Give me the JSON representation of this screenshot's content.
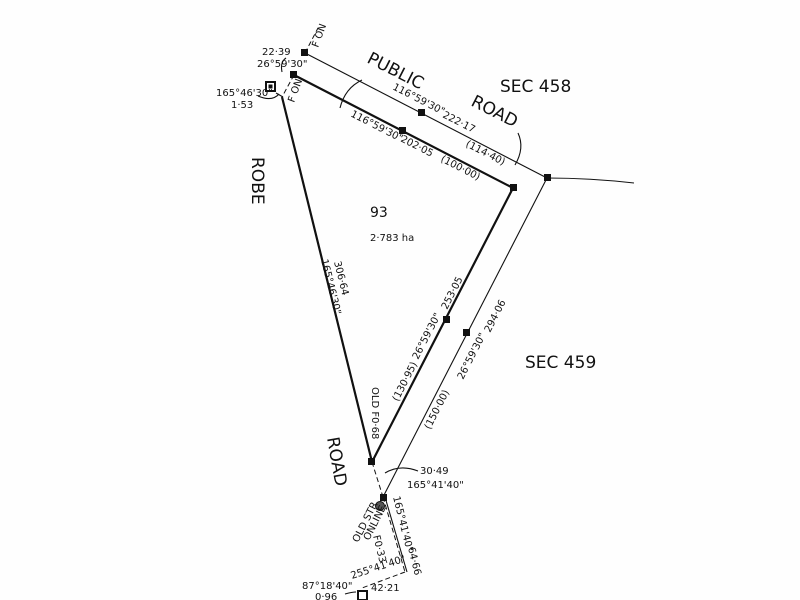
{
  "parcel": {
    "number": "93",
    "area": "2·783 ha"
  },
  "roads": {
    "public_1": "PUBLIC",
    "public_2": "ROAD",
    "robe_1": "ROBE",
    "robe_2": "ROAD"
  },
  "sections": {
    "north": "SEC 458",
    "east": "SEC 459"
  },
  "top_corner": {
    "dist": "22·39",
    "bearing": "26°59'30\"",
    "ref_bearing": "165°46'30\"",
    "ref_dist": "1·53",
    "f_on_1": "F ON",
    "f_on_2": "F ON"
  },
  "north_boundary": {
    "outer_bearing": "116°59'30\"",
    "outer_dist": "222·17",
    "outer_orig": "(114·40)",
    "inner_bearing": "116°59'30\"",
    "inner_dist": "202·05",
    "inner_orig": "(100·00)"
  },
  "west_boundary": {
    "dist": "306·64",
    "bearing": "165°46'30\""
  },
  "east_boundary": {
    "inner_dist": "253·05",
    "inner_bearing": "26°59'30\"",
    "inner_orig": "(130·95)",
    "outer_dist": "294·06",
    "outer_bearing": "26°59'30\"",
    "outer_orig": "(150·00)"
  },
  "south": {
    "old_f": "OLD F0·68",
    "dist_1": "30·49",
    "bearing_1": "165°41'40\"",
    "bearing_2": "165°41'40\"",
    "old_str": "OLD STR",
    "online": "ONLINE",
    "f033": "F0·33",
    "dist_2": "64·66",
    "bearing_3": "255°41'40\"",
    "ref_bearing": "87°18'40\"",
    "ref_dist": "0·96",
    "dist_3": "42·21"
  }
}
